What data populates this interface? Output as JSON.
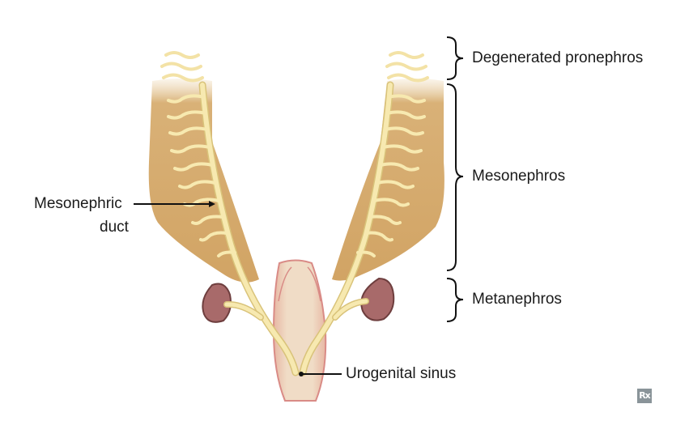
{
  "labels": {
    "degenerated_pronephros": "Degenerated pronephros",
    "mesonephros": "Mesonephros",
    "metanephros": "Metanephros",
    "mesonephric_line1": "Mesonephric",
    "mesonephric_line2": "duct",
    "urogenital_sinus": "Urogenital sinus"
  },
  "logo": "Rx",
  "colors": {
    "mesonephros_tissue": "#d3a565",
    "duct": "#f7e9b0",
    "duct_outline": "#d9c37a",
    "kidney": "#a86a6a",
    "kidney_outline": "#6e3e3e",
    "sinus_fill": "#efd6bf",
    "sinus_outline": "#d98b86",
    "leader": "#111111"
  }
}
